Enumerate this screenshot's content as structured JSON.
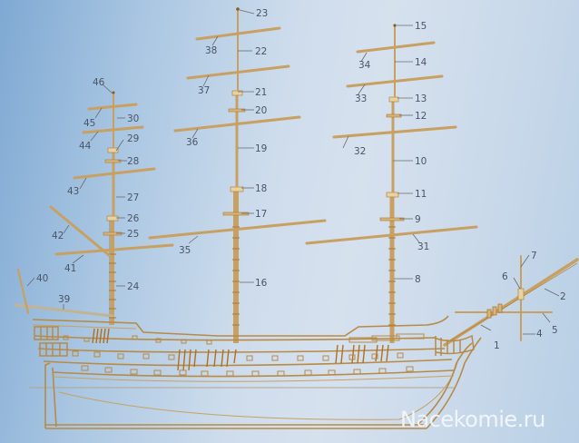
{
  "diagram": {
    "type": "ship-rigging-plan",
    "colors": {
      "background_left": "#7fa9d3",
      "background_center": "#d6e1ee",
      "spar": "#c8a062",
      "spar_dark": "#a87830",
      "leader_line": "#6b6b6b",
      "label": "#4a5566"
    },
    "labels": [
      {
        "id": "1",
        "text": "1"
      },
      {
        "id": "2",
        "text": "2"
      },
      {
        "id": "4",
        "text": "4"
      },
      {
        "id": "5",
        "text": "5"
      },
      {
        "id": "6",
        "text": "6"
      },
      {
        "id": "7",
        "text": "7"
      },
      {
        "id": "8",
        "text": "8"
      },
      {
        "id": "9",
        "text": "9"
      },
      {
        "id": "10",
        "text": "10"
      },
      {
        "id": "11",
        "text": "11"
      },
      {
        "id": "12",
        "text": "12"
      },
      {
        "id": "13",
        "text": "13"
      },
      {
        "id": "14",
        "text": "14"
      },
      {
        "id": "15",
        "text": "15"
      },
      {
        "id": "16",
        "text": "16"
      },
      {
        "id": "17",
        "text": "17"
      },
      {
        "id": "18",
        "text": "18"
      },
      {
        "id": "19",
        "text": "19"
      },
      {
        "id": "20",
        "text": "20"
      },
      {
        "id": "21",
        "text": "21"
      },
      {
        "id": "22",
        "text": "22"
      },
      {
        "id": "23",
        "text": "23"
      },
      {
        "id": "24",
        "text": "24"
      },
      {
        "id": "25",
        "text": "25"
      },
      {
        "id": "26",
        "text": "26"
      },
      {
        "id": "27",
        "text": "27"
      },
      {
        "id": "28",
        "text": "28"
      },
      {
        "id": "29",
        "text": "29"
      },
      {
        "id": "30",
        "text": "30"
      },
      {
        "id": "31",
        "text": "31"
      },
      {
        "id": "32",
        "text": "32"
      },
      {
        "id": "33",
        "text": "33"
      },
      {
        "id": "34",
        "text": "34"
      },
      {
        "id": "35",
        "text": "35"
      },
      {
        "id": "36",
        "text": "36"
      },
      {
        "id": "37",
        "text": "37"
      },
      {
        "id": "38",
        "text": "38"
      },
      {
        "id": "39",
        "text": "39"
      },
      {
        "id": "40",
        "text": "40"
      },
      {
        "id": "41",
        "text": "41"
      },
      {
        "id": "42",
        "text": "42"
      },
      {
        "id": "43",
        "text": "43"
      },
      {
        "id": "44",
        "text": "44"
      },
      {
        "id": "45",
        "text": "45"
      },
      {
        "id": "46",
        "text": "46"
      }
    ]
  },
  "watermark": "Nacekomie.ru"
}
